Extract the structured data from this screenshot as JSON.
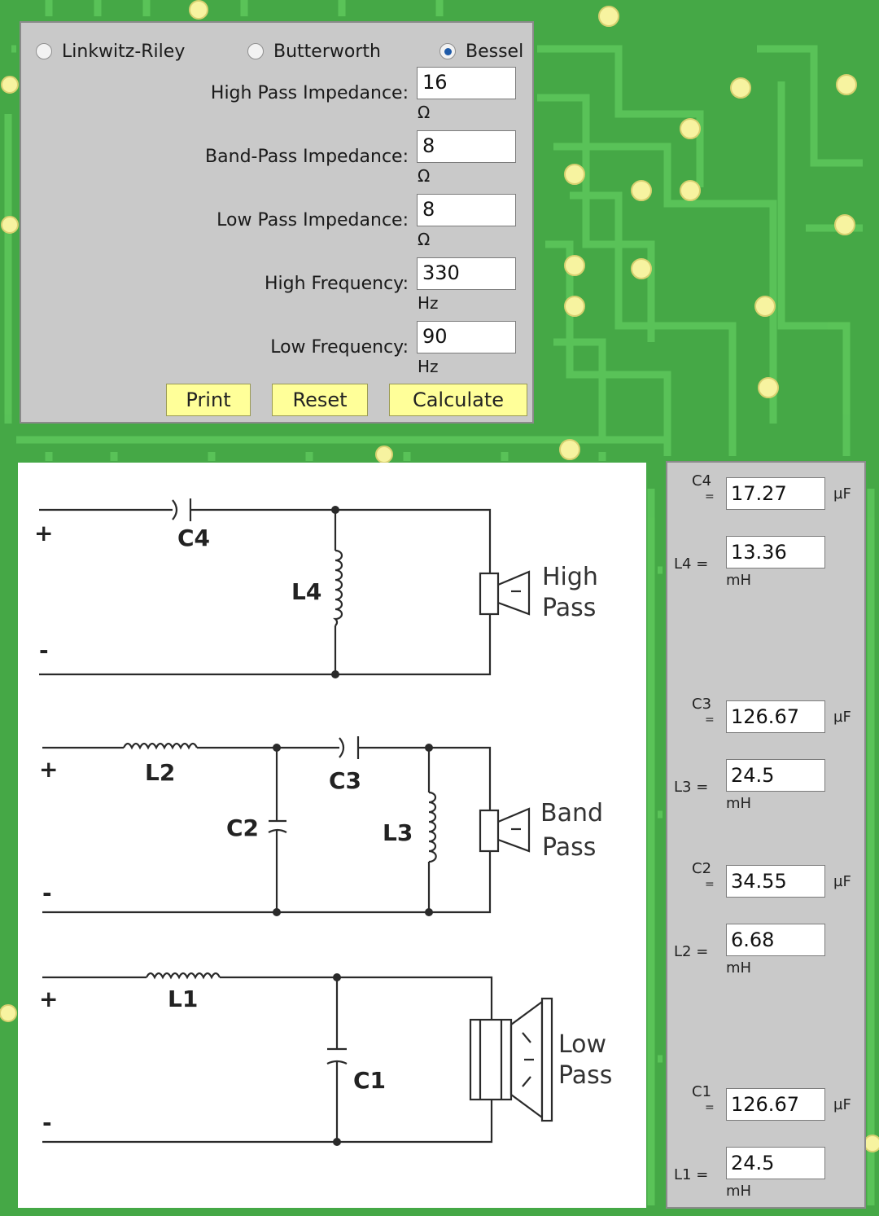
{
  "filter_types": [
    {
      "label": "Linkwitz-Riley",
      "selected": false
    },
    {
      "label": "Butterworth",
      "selected": false
    },
    {
      "label": "Bessel",
      "selected": true
    }
  ],
  "fields": [
    {
      "label": "High Pass Impedance:",
      "value": "16",
      "unit": "Ω"
    },
    {
      "label": "Band-Pass Impedance:",
      "value": "8",
      "unit": "Ω"
    },
    {
      "label": "Low Pass Impedance:",
      "value": "8",
      "unit": "Ω"
    },
    {
      "label": "High Frequency:",
      "value": "330",
      "unit": "Hz"
    },
    {
      "label": "Low Frequency:",
      "value": "90",
      "unit": "Hz"
    }
  ],
  "buttons": {
    "print": "Print",
    "reset": "Reset",
    "calculate": "Calculate"
  },
  "schematic": {
    "plus": "+",
    "minus": "-",
    "high": {
      "c4": "C4",
      "l4": "L4",
      "line1": "High",
      "line2": "Pass"
    },
    "band": {
      "l2": "L2",
      "c2": "C2",
      "c3": "C3",
      "l3": "L3",
      "line1": "Band",
      "line2": "Pass"
    },
    "low": {
      "l1": "L1",
      "c1": "C1",
      "line1": "Low",
      "line2": "Pass"
    }
  },
  "results": {
    "c4": {
      "name": "C4",
      "eq": "=",
      "value": "17.27",
      "unit": "µF"
    },
    "l4": {
      "name": "L4 =",
      "value": "13.36",
      "unit": "mH"
    },
    "c3": {
      "name": "C3",
      "eq": "=",
      "value": "126.67",
      "unit": "µF"
    },
    "l3": {
      "name": "L3 =",
      "value": "24.5",
      "unit": "mH"
    },
    "c2": {
      "name": "C2",
      "eq": "=",
      "value": "34.55",
      "unit": "µF"
    },
    "l2": {
      "name": "L2 =",
      "value": "6.68",
      "unit": "mH"
    },
    "c1": {
      "name": "C1",
      "eq": "=",
      "value": "126.67",
      "unit": "µF"
    },
    "l1": {
      "name": "L1 =",
      "value": "24.5",
      "unit": "mH"
    }
  },
  "colors": {
    "board": "#45a846",
    "trace": "#5cc55a",
    "pad": "#f7f3a0",
    "button": "#ffff99",
    "panel": "#c9c9c9"
  }
}
